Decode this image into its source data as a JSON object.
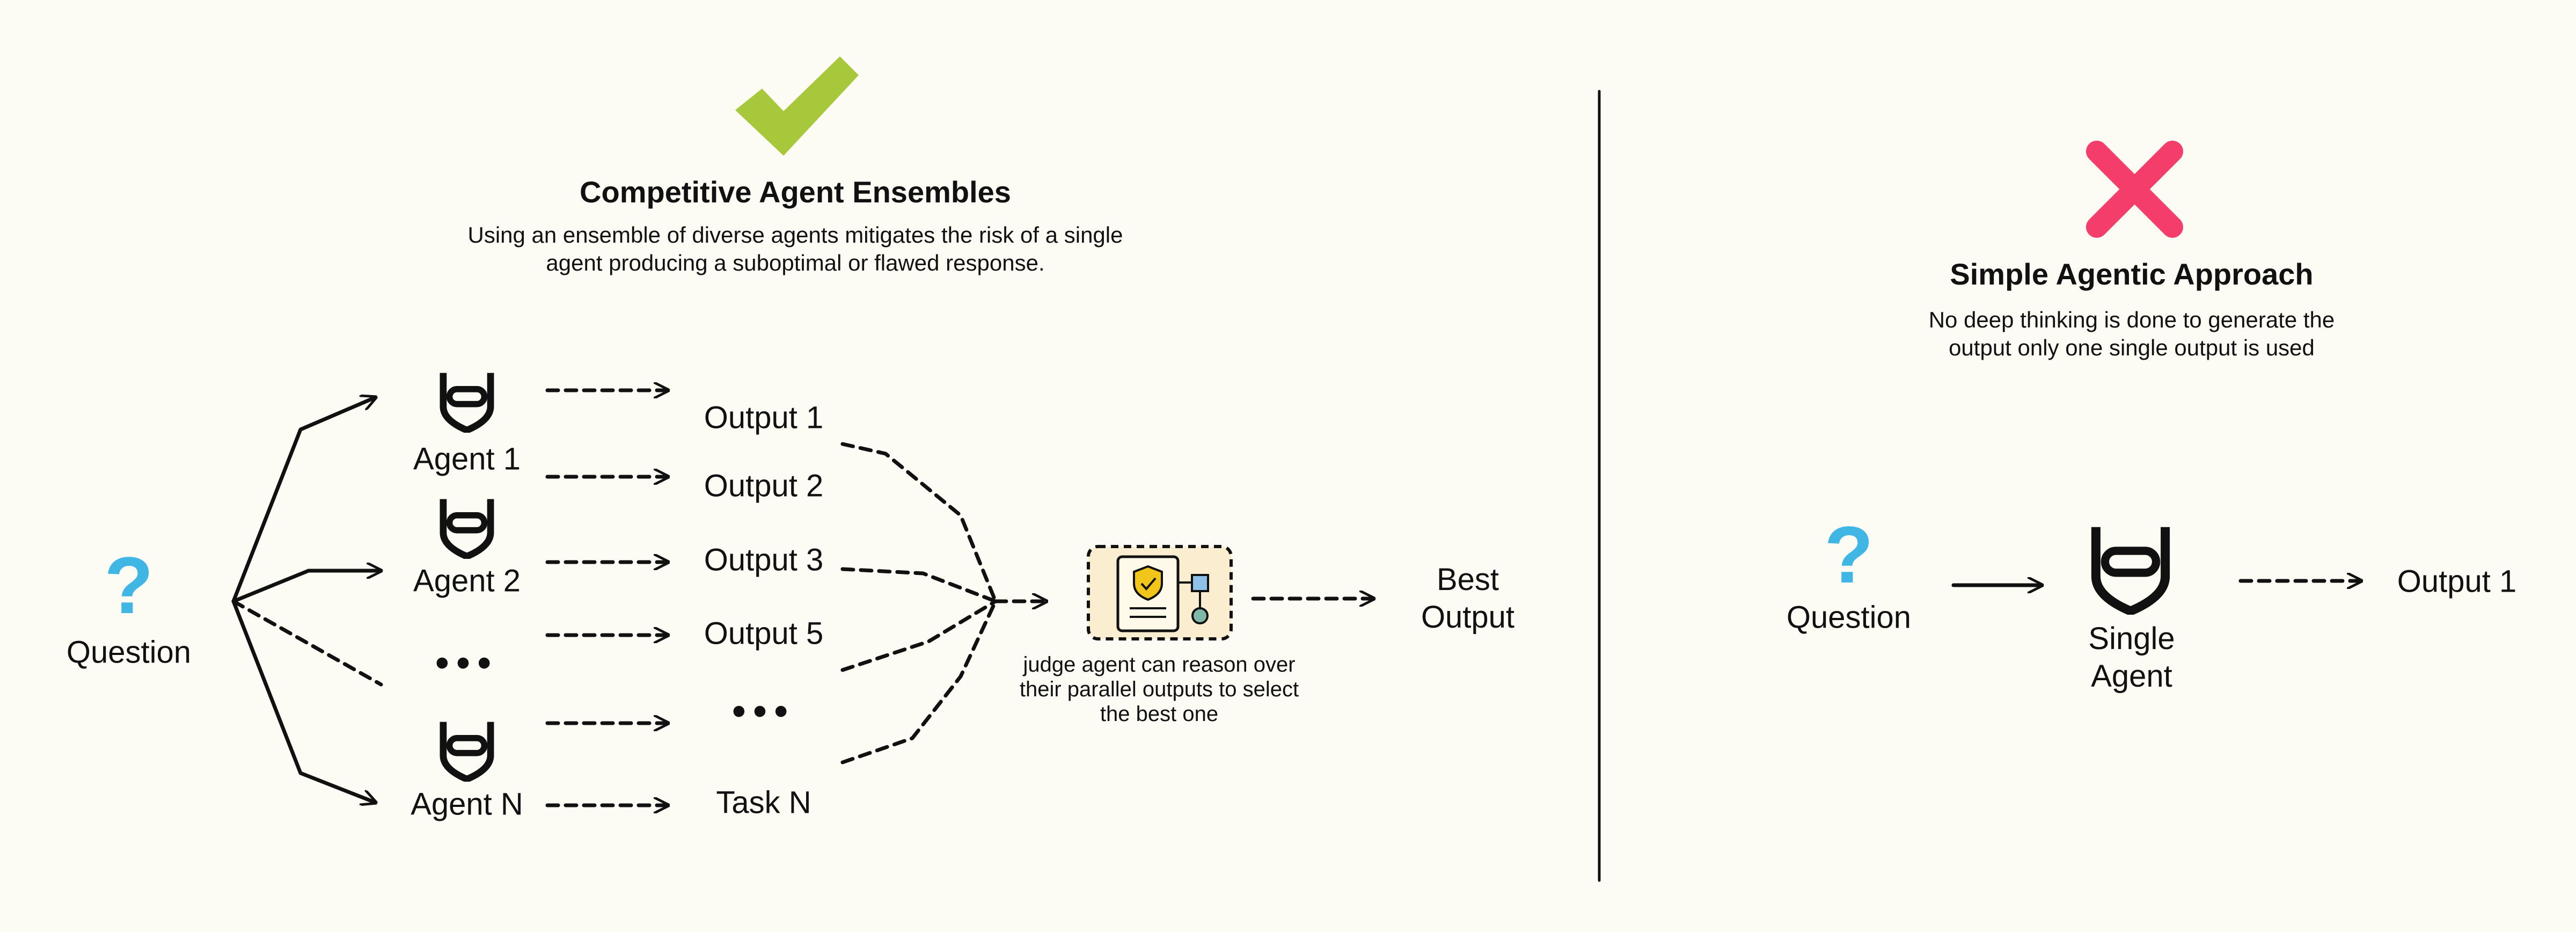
{
  "left": {
    "title": "Competitive Agent Ensembles",
    "subtitle_line1": "Using an ensemble of diverse agents mitigates the risk of a single",
    "subtitle_line2": "agent producing a suboptimal or flawed response.",
    "question_label": "Question",
    "question_mark": "?",
    "agents": [
      "Agent 1",
      "Agent 2",
      "Agent N"
    ],
    "ellipsis": "•••",
    "outputs": [
      "Output 1",
      "Output 2",
      "Output 3",
      "Output 5",
      "Task N"
    ],
    "judge_line1": "judge agent can reason over",
    "judge_line2": "their parallel outputs to select",
    "judge_line3": "the best one",
    "best_line1": "Best",
    "best_line2": "Output",
    "status": "approved",
    "status_color": "#a8c83c"
  },
  "right": {
    "title": "Simple Agentic Approach",
    "subtitle_line1": "No deep thinking is done to generate the",
    "subtitle_line2": "output only one single output is used",
    "question_label": "Question",
    "question_mark": "?",
    "agent_line1": "Single",
    "agent_line2": "Agent",
    "output": "Output 1",
    "status": "rejected",
    "status_color": "#f43d6a"
  },
  "colors": {
    "background": "#fcfbf4",
    "question": "#3fb6e4",
    "stroke": "#111111",
    "judge_fill": "#fbedd0"
  }
}
